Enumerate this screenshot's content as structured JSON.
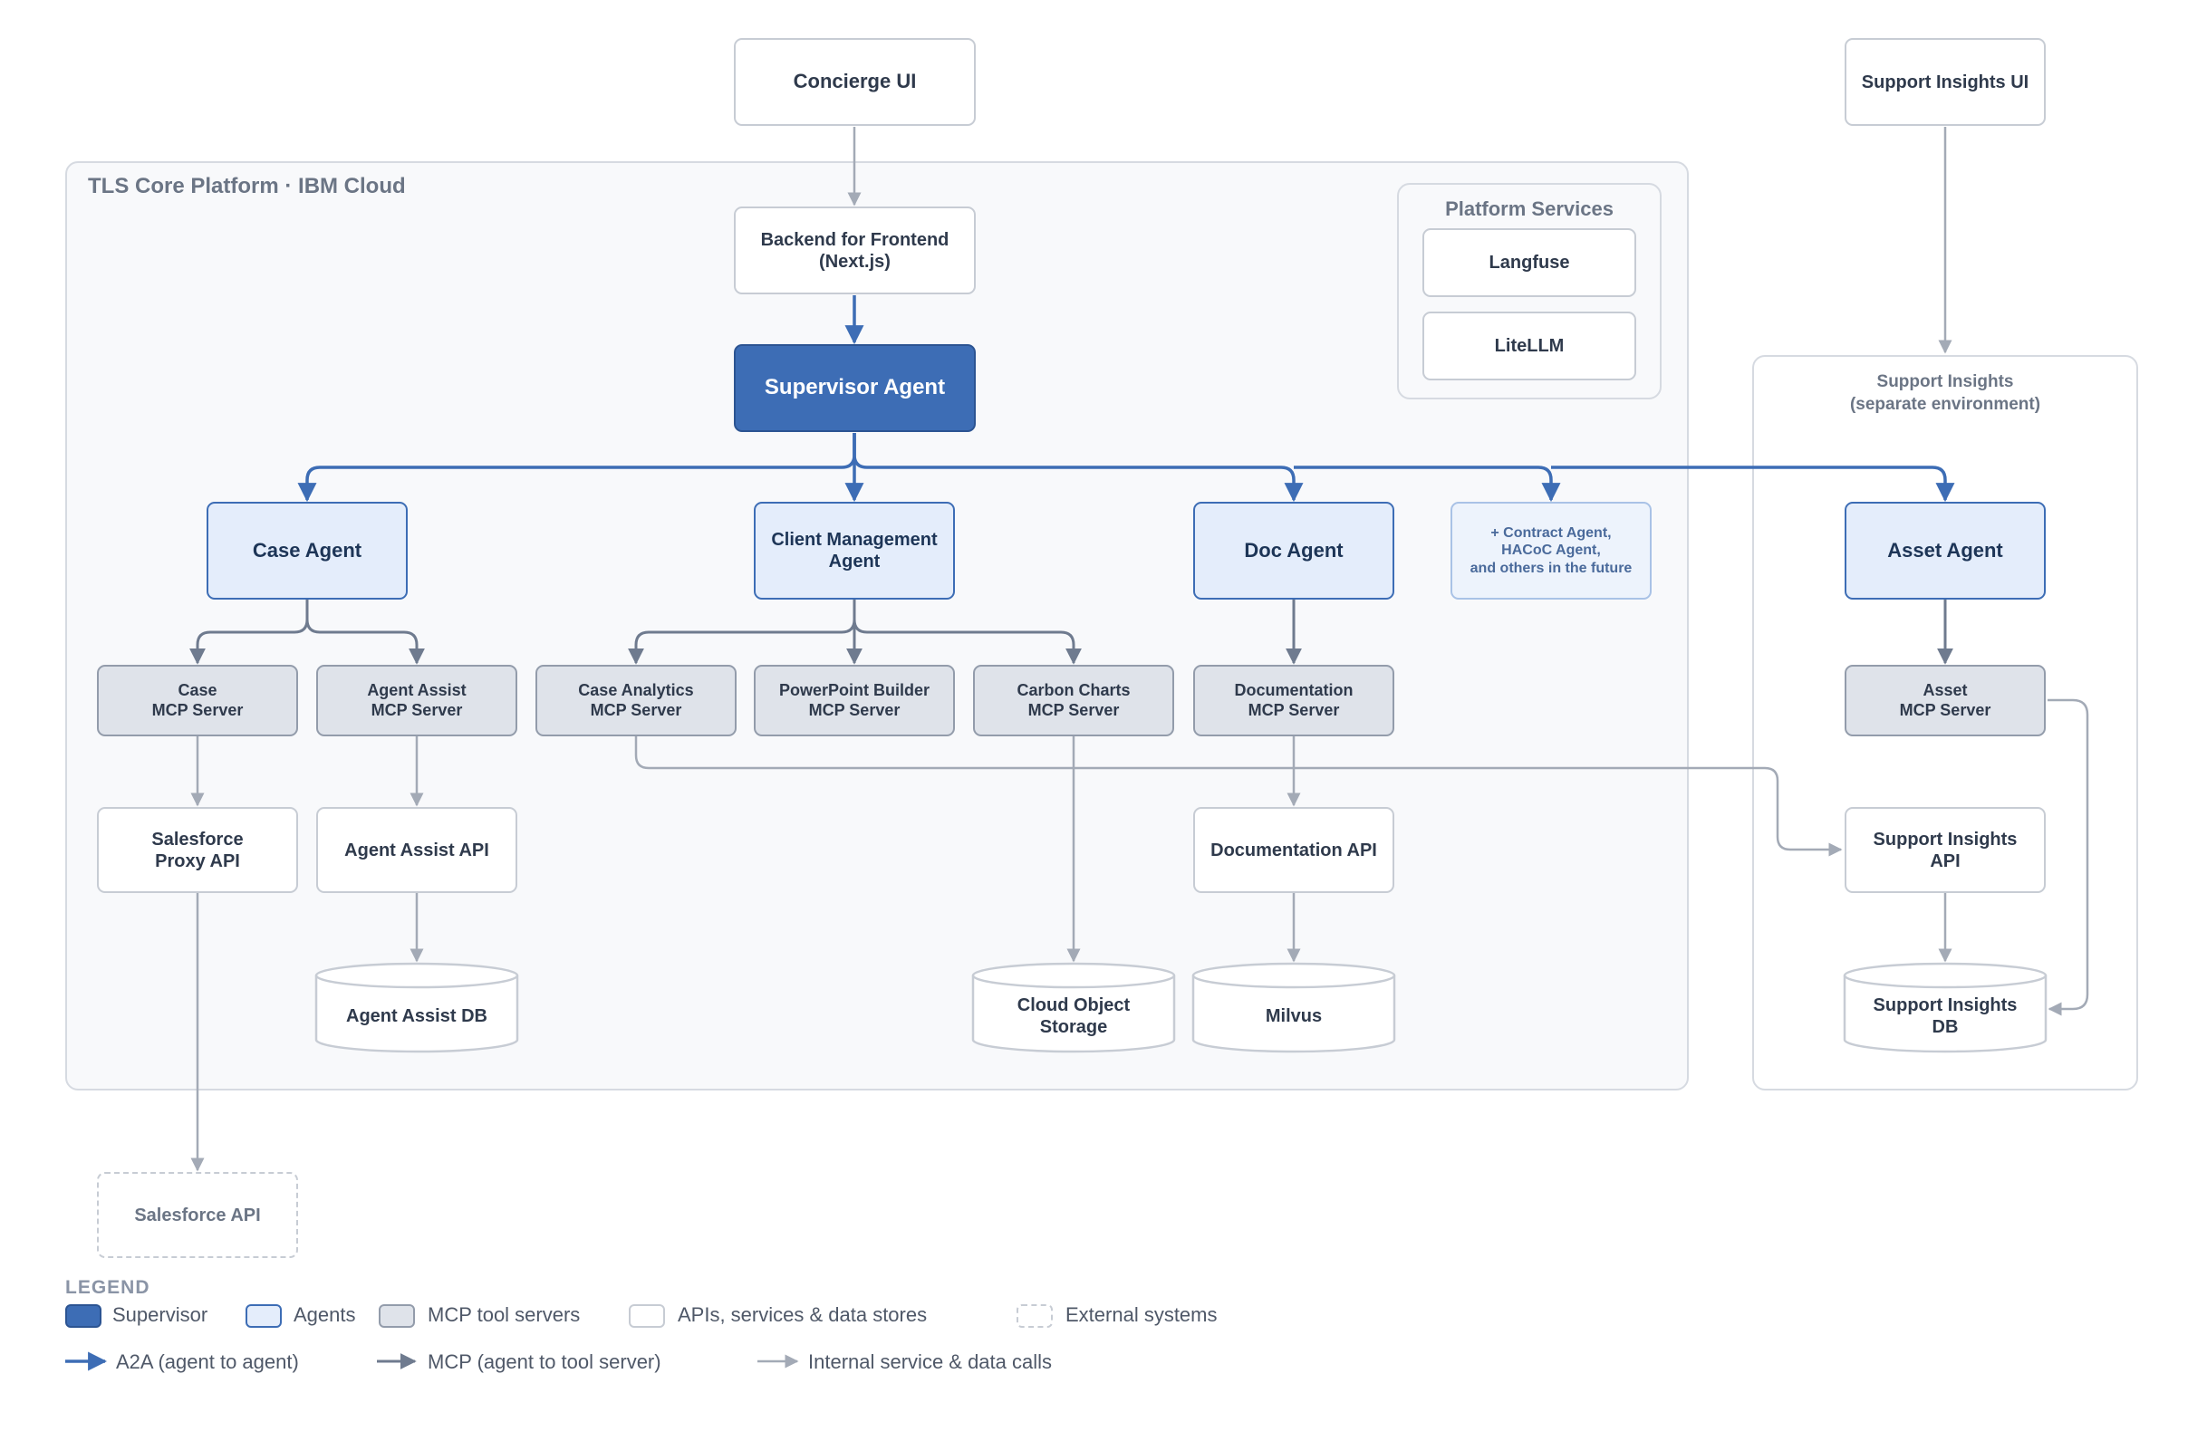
{
  "regions": {
    "core_platform_title": "TLS Core Platform · IBM Cloud",
    "platform_services_title": "Platform Services",
    "support_insights_title": "Support Insights\n(separate environment)"
  },
  "nodes": {
    "concierge_ui": "Concierge UI",
    "support_insights_ui": "Support Insights UI",
    "backend_for_frontend": "Backend for Frontend\n(Next.js)",
    "langfuse": "Langfuse",
    "litellm": "LiteLLM",
    "supervisor_agent": "Supervisor Agent",
    "case_agent": "Case Agent",
    "client_management_agent": "Client Management\nAgent",
    "doc_agent": "Doc Agent",
    "future_agents": "+ Contract Agent,\nHACoC Agent,\nand others in the future",
    "asset_agent": "Asset Agent",
    "case_mcp": "Case\nMCP Server",
    "agent_assist_mcp": "Agent Assist\nMCP Server",
    "case_analytics_mcp": "Case Analytics\nMCP Server",
    "powerpoint_builder_mcp": "PowerPoint Builder\nMCP Server",
    "carbon_charts_mcp": "Carbon Charts\nMCP Server",
    "documentation_mcp": "Documentation\nMCP Server",
    "asset_mcp": "Asset\nMCP Server",
    "salesforce_proxy_api": "Salesforce\nProxy API",
    "agent_assist_api": "Agent Assist API",
    "documentation_api": "Documentation API",
    "support_insights_api": "Support Insights\nAPI",
    "agent_assist_db": "Agent Assist DB",
    "cloud_object_storage": "Cloud Object\nStorage",
    "milvus": "Milvus",
    "support_insights_db": "Support Insights\nDB",
    "salesforce_api": "Salesforce API"
  },
  "legend": {
    "title": "LEGEND",
    "supervisor": "Supervisor",
    "agents": "Agents",
    "mcp_servers": "MCP tool servers",
    "apis": "APIs, services & data stores",
    "external": "External systems",
    "a2a": "A2A (agent to agent)",
    "mcp": "MCP (agent to tool server)",
    "internal": "Internal service & data calls"
  },
  "colors": {
    "supervisor_fill": "#3d6db5",
    "agent_fill": "#e4edfb",
    "mcp_fill": "#dfe3ea",
    "a2a_line": "#3d6db5",
    "mcp_line": "#6f7b8f",
    "internal_line": "#a3aab6"
  }
}
